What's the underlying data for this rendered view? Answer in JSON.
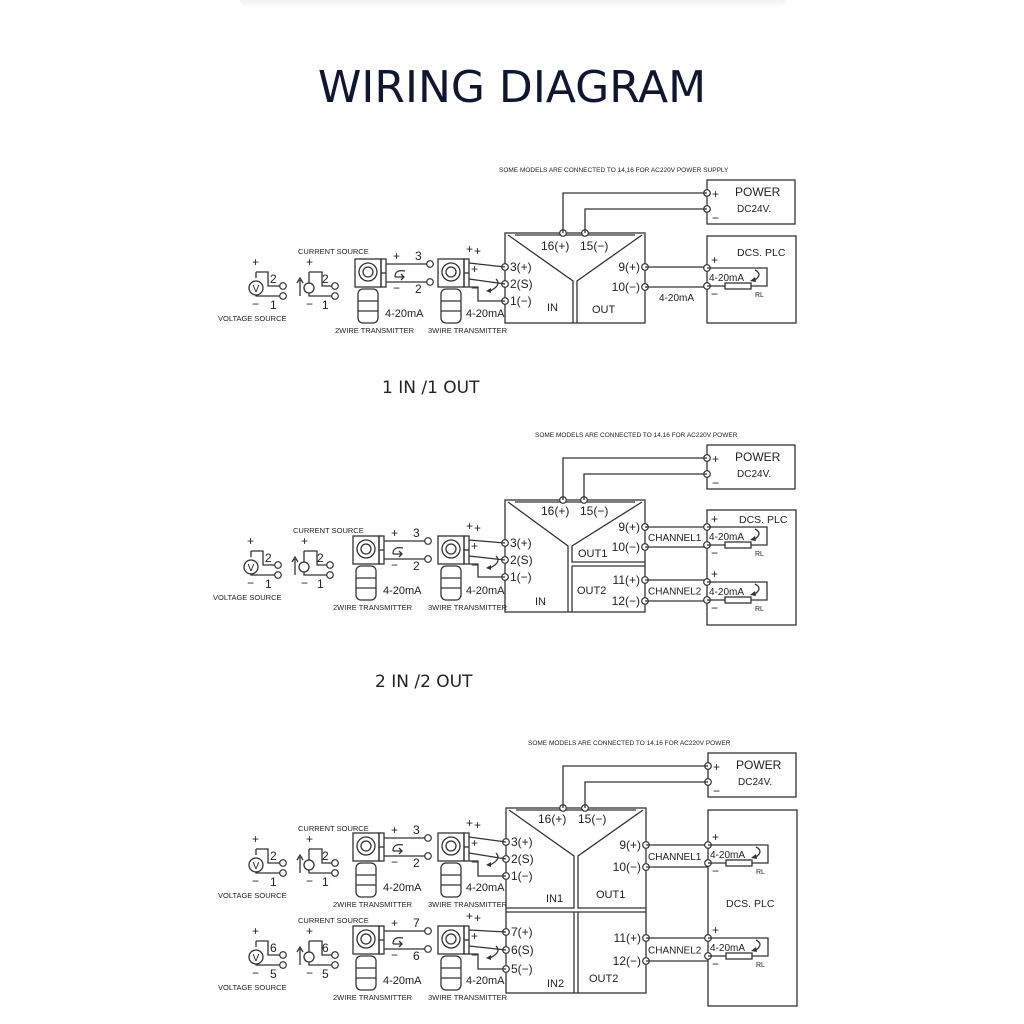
{
  "page": {
    "title": "WIRING DIAGRAM"
  },
  "labels": {
    "power_note_1": "SOME MODELS ARE CONNECTED TO 14,16 FOR AC220V POWER SUPPLY",
    "power_note_2": "SOME MODELS ARE CONNECTED TO 14,16 FOR AC220V POWER",
    "power": "POWER",
    "dc24v": "DC24V.",
    "dcs_plc": "DCS. PLC",
    "current_source": "CURRENT SOURCE",
    "voltage_source": "VOLTAGE SOURCE",
    "two_wire": "2WIRE TRANSMITTER",
    "three_wire": "3WIRE TRANSMITTER",
    "ma": "4-20mA",
    "rl": "RL",
    "plus": "+",
    "minus": "−",
    "v": "V"
  },
  "diagrams": [
    {
      "caption": "1 IN /1 OUT",
      "note": "SOME MODELS ARE CONNECTED TO 14,16 FOR AC220V POWER SUPPLY",
      "power_terminals": [
        "16(+)",
        "15(−)"
      ],
      "inputs": [
        {
          "module": "IN",
          "terminals": [
            "3(+)",
            "2(S)",
            "1(−)"
          ],
          "src_pos": "2",
          "src_neg": "1",
          "tx_pos": "3",
          "tx_neg": "2"
        }
      ],
      "outputs": [
        {
          "module": "OUT",
          "terminals": [
            "9(+)",
            "10(−)"
          ],
          "wire_label": "4-20mA"
        }
      ]
    },
    {
      "caption": "2 IN /2 OUT",
      "note": "SOME MODELS ARE CONNECTED TO 14,16 FOR AC220V POWER",
      "power_terminals": [
        "16(+)",
        "15(−)"
      ],
      "inputs": [
        {
          "module": "IN",
          "terminals": [
            "3(+)",
            "2(S)",
            "1(−)"
          ],
          "src_pos": "2",
          "src_neg": "1",
          "tx_pos": "3",
          "tx_neg": "2"
        }
      ],
      "outputs": [
        {
          "module": "OUT1",
          "terminals": [
            "9(+)",
            "10(−)"
          ],
          "wire_label": "CHANNEL1"
        },
        {
          "module": "OUT2",
          "terminals": [
            "11(+)",
            "12(−)"
          ],
          "wire_label": "CHANNEL2"
        }
      ]
    },
    {
      "caption": "",
      "note": "SOME MODELS ARE CONNECTED TO 14,16 FOR AC220V POWER",
      "power_terminals": [
        "16(+)",
        "15(−)"
      ],
      "inputs": [
        {
          "module": "IN1",
          "terminals": [
            "3(+)",
            "2(S)",
            "1(−)"
          ],
          "src_pos": "2",
          "src_neg": "1",
          "tx_pos": "3",
          "tx_neg": "2"
        },
        {
          "module": "IN2",
          "terminals": [
            "7(+)",
            "6(S)",
            "5(−)"
          ],
          "src_pos": "6",
          "src_neg": "5",
          "tx_pos": "7",
          "tx_neg": "6"
        }
      ],
      "outputs": [
        {
          "module": "OUT1",
          "terminals": [
            "9(+)",
            "10(−)"
          ],
          "wire_label": "CHANNEL1"
        },
        {
          "module": "OUT2",
          "terminals": [
            "11(+)",
            "12(−)"
          ],
          "wire_label": "CHANNEL2"
        }
      ]
    }
  ]
}
